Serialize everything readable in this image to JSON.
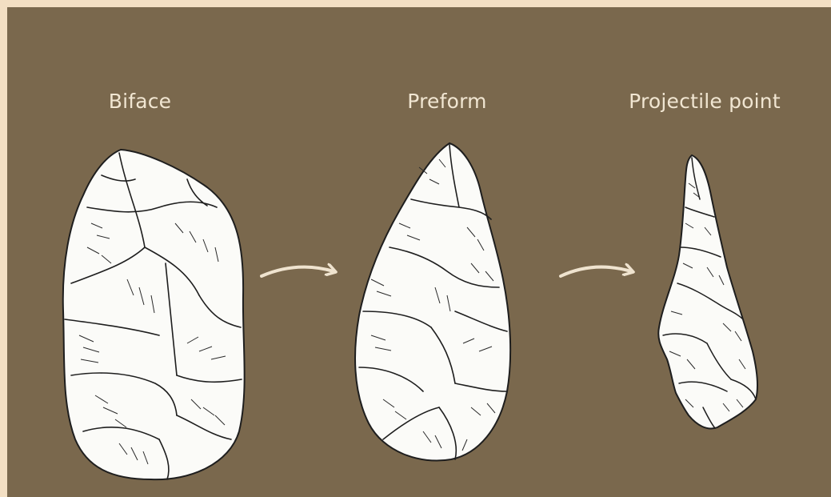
{
  "stages": [
    {
      "label": "Biface"
    },
    {
      "label": "Preform"
    },
    {
      "label": "Projectile point"
    }
  ],
  "colors": {
    "background": "#7a684d",
    "border": "#f3dfc3",
    "label_text": "#f1e6d2",
    "arrow": "#efe3cf",
    "stone": "#fbfbf8",
    "stone_lines": "#1e1e1e"
  },
  "icons": [
    "stone-tool-icon",
    "arrow-right-icon"
  ]
}
